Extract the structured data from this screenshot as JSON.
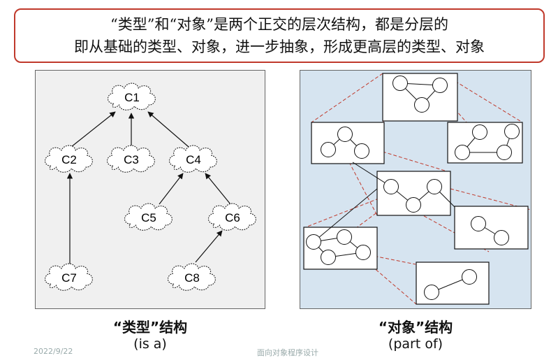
{
  "banner": {
    "line1": "“类型”和“对象”是两个正交的层次结构，都是分层的",
    "line2": "即从基础的类型、对象，进一步抽象，形成更高层的类型、对象"
  },
  "type_hierarchy": {
    "caption_title": "“类型”结构",
    "caption_sub": "(is a)",
    "nodes": [
      "C1",
      "C2",
      "C3",
      "C4",
      "C5",
      "C6",
      "C7",
      "C8"
    ]
  },
  "object_hierarchy": {
    "caption_title": "“对象”结构",
    "caption_sub": "(part of)"
  },
  "footer": {
    "date": "2022/9/22",
    "course": "面向对象程序设计"
  },
  "colors": {
    "banner_border": "#c0392b",
    "dashed_link": "#c0392b",
    "left_bg": "#f0f0f0",
    "right_bg": "#d6e4f0"
  }
}
